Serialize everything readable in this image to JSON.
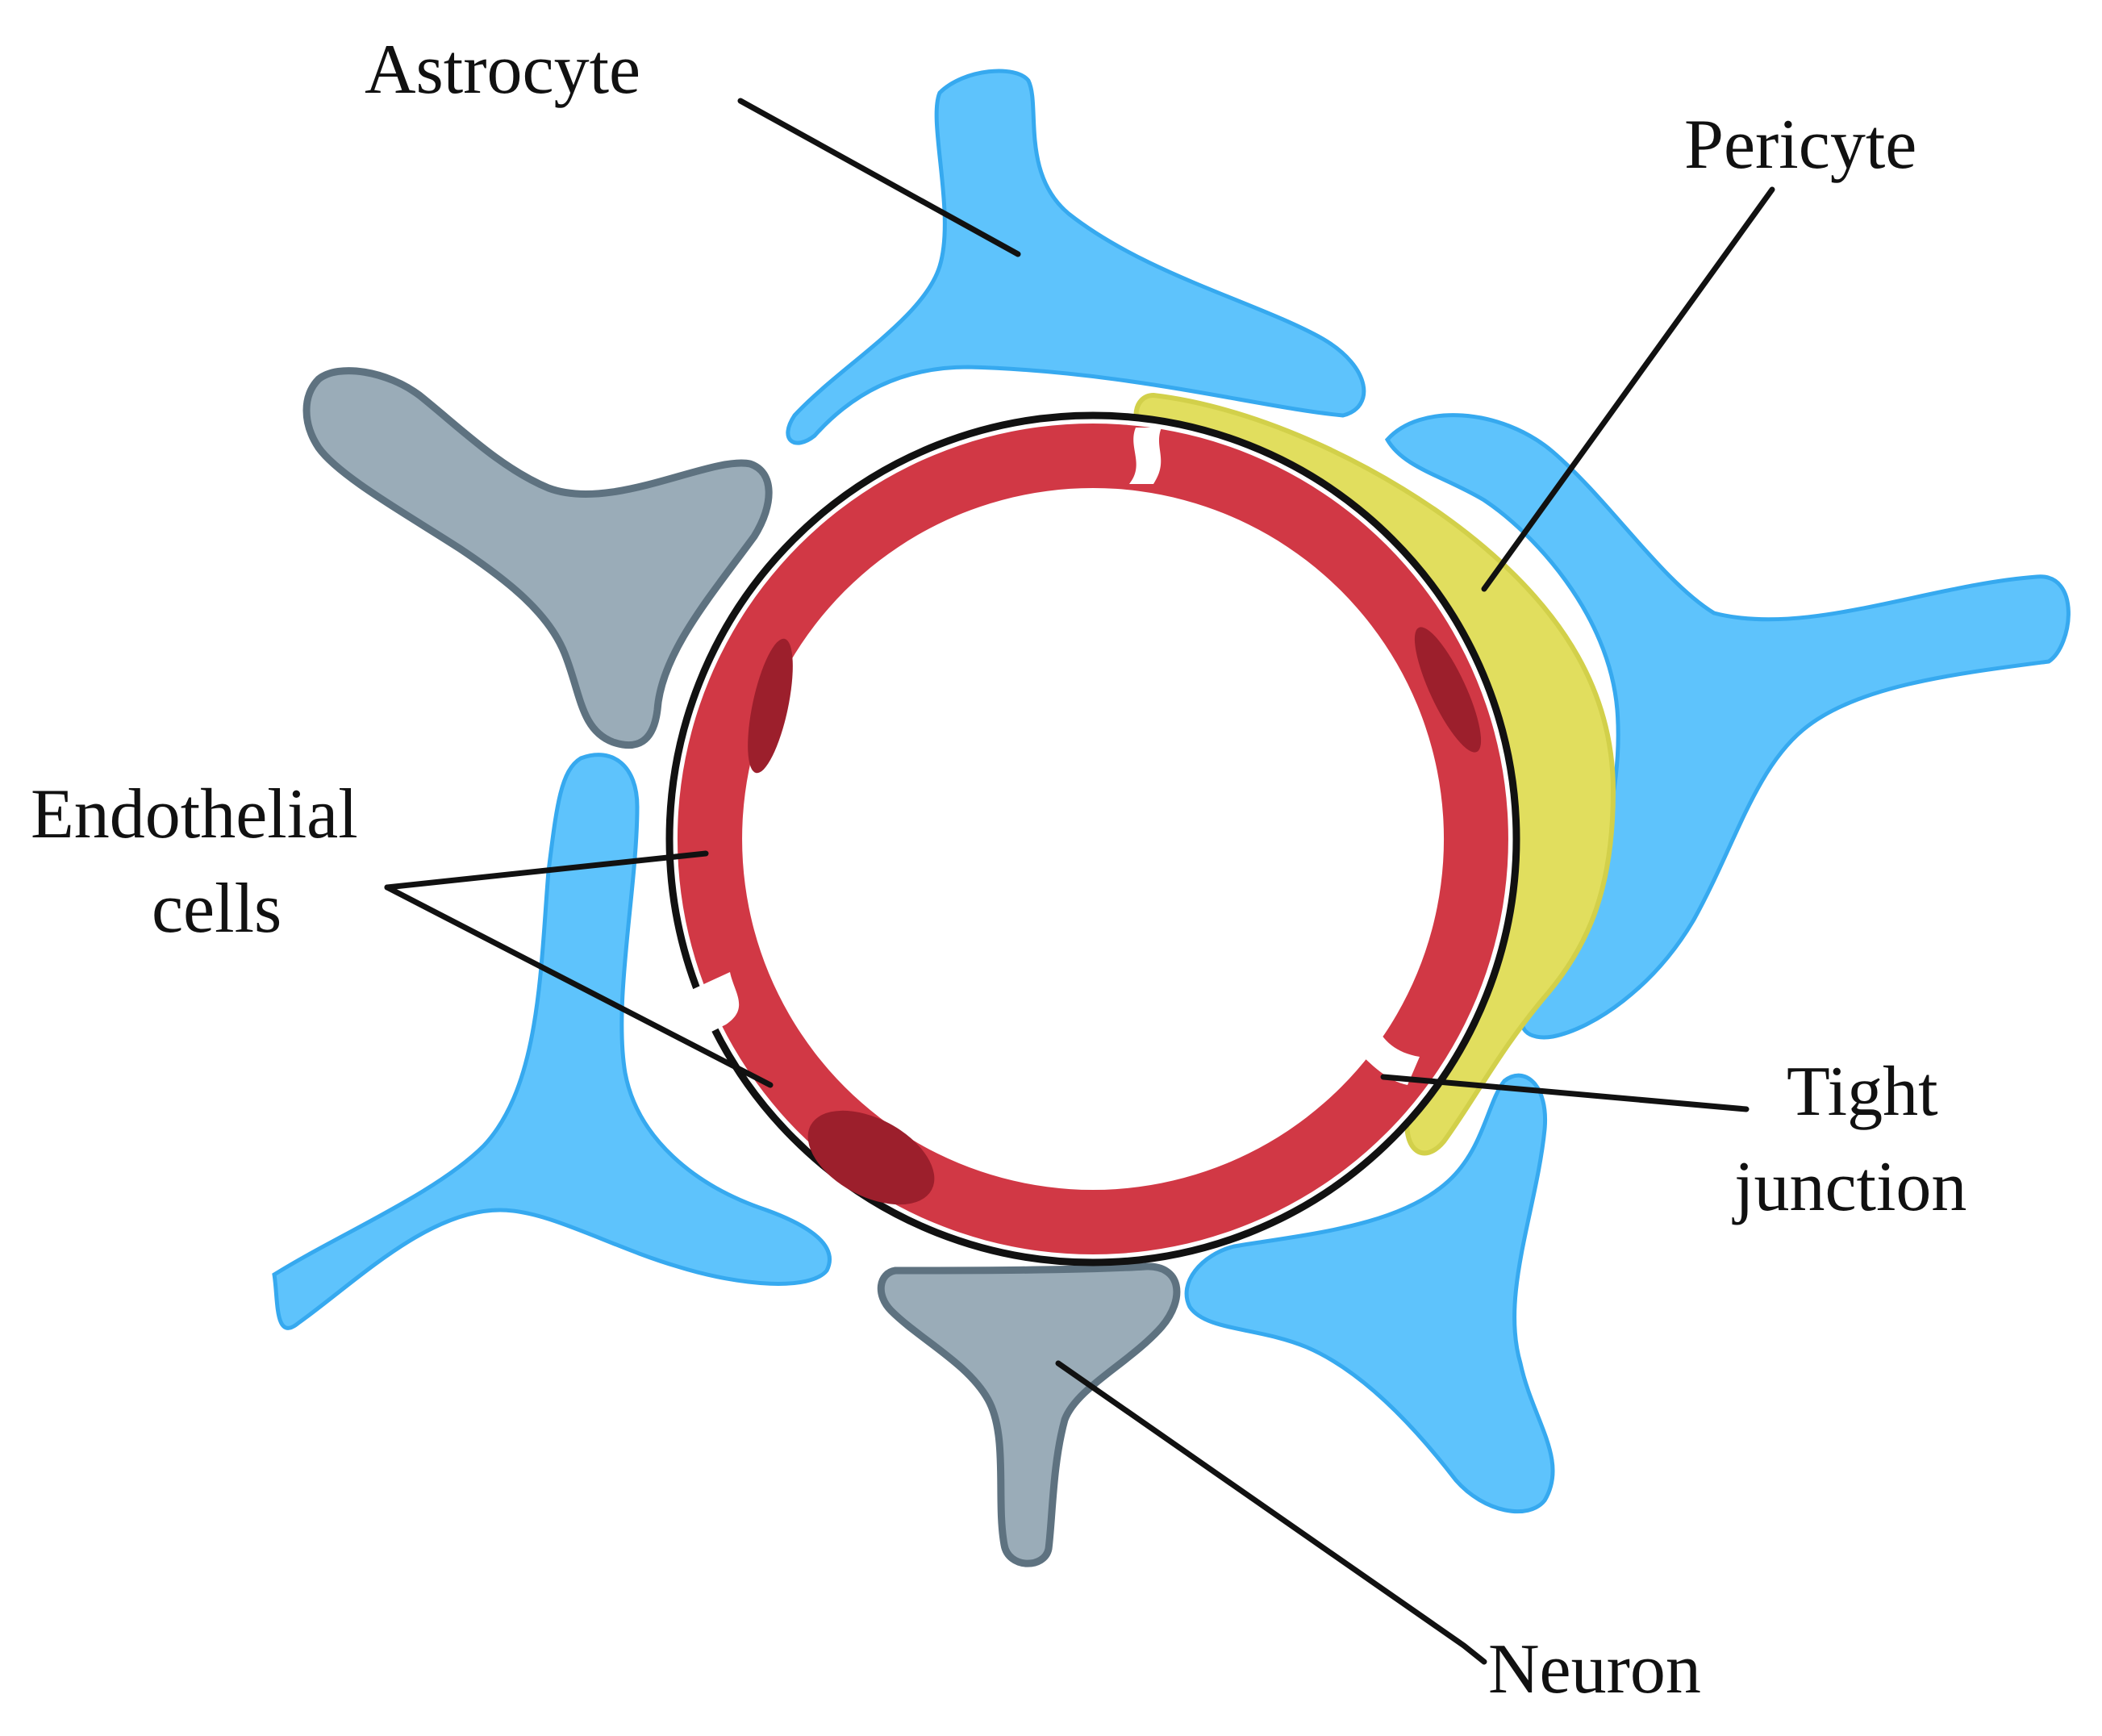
{
  "labels": {
    "astrocyte": "Astrocyte",
    "pericyte": "Pericyte",
    "endothelial_line1": "Endothelial",
    "endothelial_line2": "cells",
    "tight_line1": "Tight",
    "tight_line2": "junction",
    "neuron": "Neuron"
  },
  "colors": {
    "astrocyte": "#5ec3fc",
    "astrocyte_outline": "#36a9ef",
    "neuron": "#9aacb8",
    "neuron_outline": "#5e7280",
    "pericyte": "#e1de5e",
    "pericyte_outline": "#d2d04a",
    "endothelial": "#d13845",
    "nucleus": "#9c1f2c",
    "vessel_outline": "#111111"
  },
  "icons": [
    "astrocyte-cell",
    "neuron-cell",
    "pericyte-cell",
    "endothelial-cell",
    "tight-junction"
  ]
}
